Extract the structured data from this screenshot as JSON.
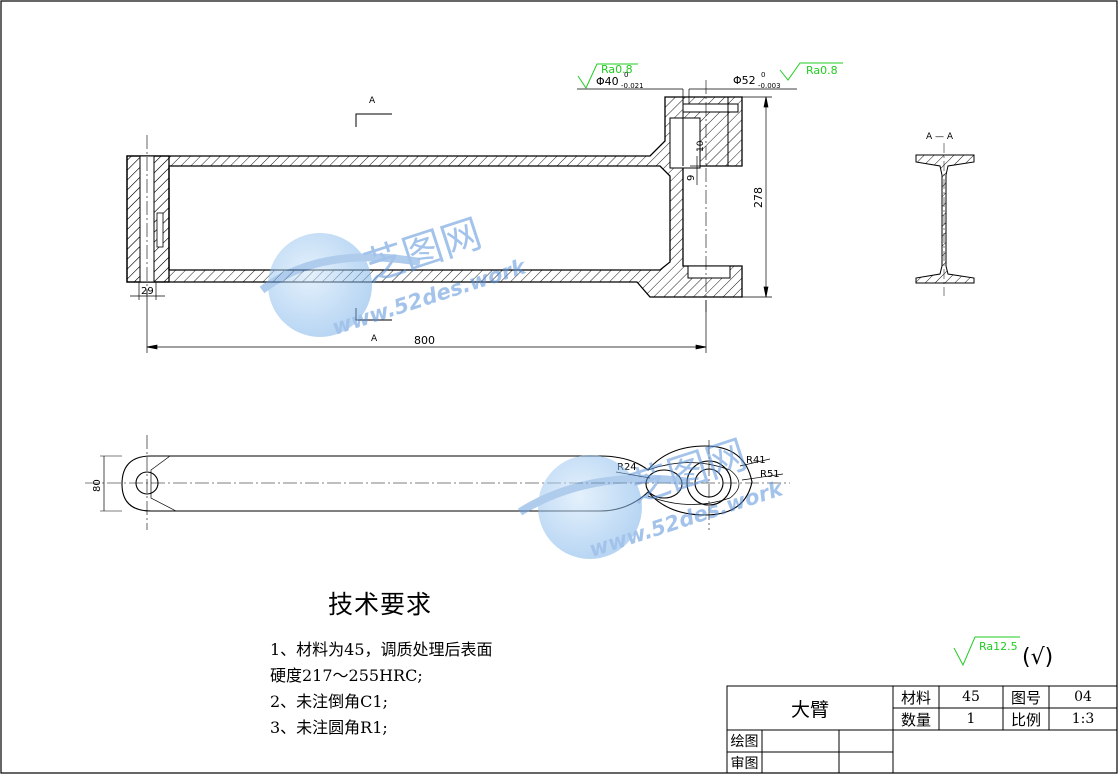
{
  "dimensions": {
    "length": "800",
    "height": "278",
    "left_offset": "29",
    "step_small": "9",
    "step_h": "10",
    "width_plan": "80",
    "bore_small": "Φ40",
    "bore_small_tol_upper": "0",
    "bore_small_tol_lower": "-0.021",
    "bore_large": "Φ52",
    "bore_large_tol_upper": "0",
    "bore_large_tol_lower": "-0.003",
    "r24": "R24",
    "r41": "R41",
    "r51": "R51"
  },
  "roughness": {
    "ra_small": "Ra0.8",
    "ra_large": "Ra0.8",
    "ra_general": "Ra12.5",
    "ra_other": "(√)"
  },
  "section": {
    "mark": "A",
    "title": "A — A"
  },
  "watermark": {
    "brand": "芝图网",
    "url": "www.52des.work"
  },
  "tech": {
    "title": "技术要求",
    "lines": [
      "1、材料为45，调质处理后表面",
      "硬度217～255HRC;",
      "2、未注倒角C1;",
      "3、未注圆角R1;"
    ]
  },
  "title_block": {
    "part_name": "大臂",
    "material_label": "材料",
    "material_value": "45",
    "drawing_no_label": "图号",
    "drawing_no_value": "04",
    "quantity_label": "数量",
    "quantity_value": "1",
    "scale_label": "比例",
    "scale_value": "1:3",
    "drawn_label": "绘图",
    "checked_label": "审图"
  }
}
